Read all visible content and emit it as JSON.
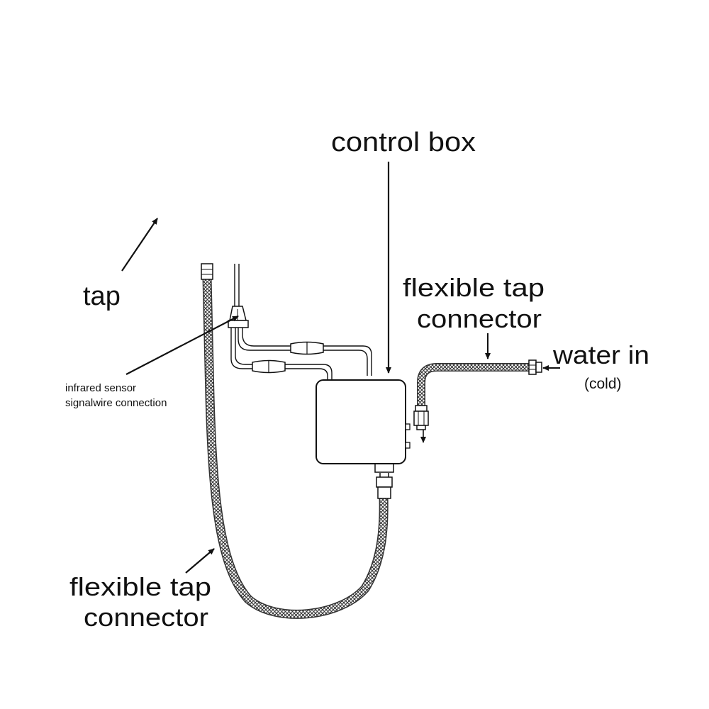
{
  "labels": {
    "control_box": "control box",
    "tap": "tap",
    "flex_right_line1": "flexible tap",
    "flex_right_line2": "connector",
    "water_in": "water in",
    "cold": "(cold)",
    "sensor_line1": "infrared sensor",
    "sensor_line2": "signalwire connection",
    "flex_left_line1": "flexible tap",
    "flex_left_line2": "connector"
  }
}
